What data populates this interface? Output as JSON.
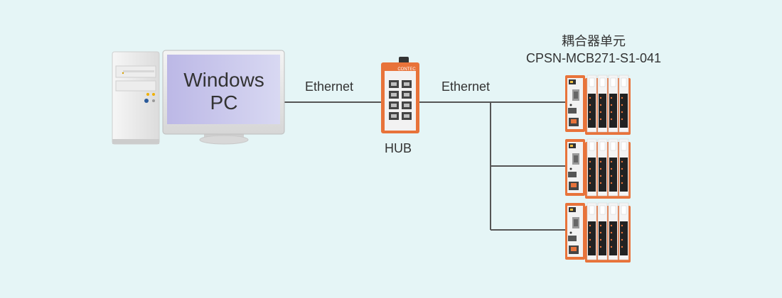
{
  "pc": {
    "line1": "Windows",
    "line2": "PC"
  },
  "links": {
    "left_label": "Ethernet",
    "right_label": "Ethernet"
  },
  "hub": {
    "label": "HUB",
    "brand": "CONTEC"
  },
  "coupler": {
    "title_line1": "耦合器单元",
    "title_line2": "CPSN-MCB271-S1-041"
  },
  "colors": {
    "background": "#e5f5f6",
    "line": "#555555",
    "device_orange": "#e8733a",
    "screen": "#c4c3ea"
  }
}
